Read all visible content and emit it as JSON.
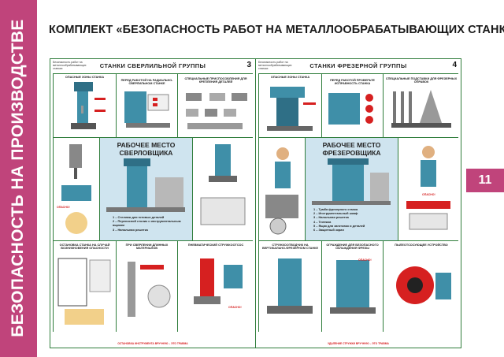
{
  "sidebar": {
    "label": "БЕЗОПАСНОСТЬ НА ПРОИЗВОДСТВЕ"
  },
  "page_number": "11",
  "title": "КОМПЛЕКТ «БЕЗОПАСНОСТЬ РАБОТ НА МЕТАЛЛООБРАБАТЫВАЮЩИХ СТАНКАХ»",
  "poster3": {
    "subtitle": "Безопасность работ на металлообрабатывающих станках",
    "title": "СТАНКИ СВЕРЛИЛЬНОЙ ГРУППЫ",
    "number": "3",
    "cells": {
      "danger_zones": "ОПАСНЫЕ ЗОНЫ СТАНКА",
      "before_work": "ПЕРЕД РАБОТОЙ НА РАДИАЛЬНО-СВЕРЛИЛЬНОМ СТАНКЕ",
      "fixtures": "СПЕЦИАЛЬНЫЕ ПРИСПОСОБЛЕНИЯ ДЛЯ КРЕПЛЕНИЯ ДЕТАЛЕЙ",
      "warning": "ОПАСНО!",
      "center_title": "РАБОЧЕЕ МЕСТО СВЕРЛОВЩИКА",
      "center_items": [
        "1 – Стеллаж для готовых деталей",
        "2 – Переносной столик с инструментальным ящиком",
        "3 – Напольная решетка"
      ],
      "chips": "ОСТАНОВКА СТАНКА НА СЛУЧАЙ ВОЗНИКНОВЕНИЯ ОПАСНОСТИ",
      "drilling": "ПРИ СВЕРЛЕНИИ ДЛИННЫХ МАТЕРИАЛОВ",
      "pneumatic": "ПНЕВМАТИЧЕСКИЙ СТРУЖКООТСОС",
      "warning2": "ОПАСНО!",
      "footer": "ОСТАНОВКА ИНСТРУМЕНТА ВРУЧНУЮ – ЭТО ТРАВМА"
    }
  },
  "poster4": {
    "subtitle": "Безопасность работ на металлообрабатывающих станках",
    "title": "СТАНКИ ФРЕЗЕРНОЙ ГРУППЫ",
    "number": "4",
    "cells": {
      "danger_zones": "ОПАСНЫЕ ЗОНЫ СТАНКА",
      "before_work": "ПЕРЕД РАБОТОЙ ПРОВЕРЬТЕ ИСПРАВНОСТЬ СТАНКА",
      "fixtures": "СПЕЦИАЛЬНЫЕ ПОДСТАВКИ ДЛЯ ФРЕЗЕРНЫХ ОПРАВОК",
      "warning": "ОПАСНО!",
      "center_title": "РАБОЧЕЕ МЕСТО ФРЕЗЕРОВЩИКА",
      "center_items": [
        "1 – Тумба фрезерного станка",
        "2 – Инструментальный шкаф",
        "3 – Напольная решетка",
        "4 – Тележка",
        "5 – Ящик для заготовок и деталей",
        "6 – Защитный экран"
      ],
      "chips": "СТРУЖКООТВОДЧИК НА ВЕРТИКАЛЬНО-ФРЕЗЕРНОМ СТАНКЕ",
      "cooling": "ОГРАЖДЕНИЕ ДЛЯ БЕЗОПАСНОГО ОХЛАЖДЕНИЯ ФРЕЗЫ",
      "pneumatic": "ПЫЛЕОТСОСУЮЩЕЕ УСТРОЙСТВО",
      "warning2": "ОПАСНО!",
      "footer": "УДАЛЕНИЕ СТРУЖКИ ВРУЧНУЮ – ЭТО ТРАВМА"
    }
  },
  "colors": {
    "accent": "#c0447b",
    "poster_border": "#2f7d3b",
    "danger": "#d62020",
    "machine": "#3f8fa8"
  }
}
